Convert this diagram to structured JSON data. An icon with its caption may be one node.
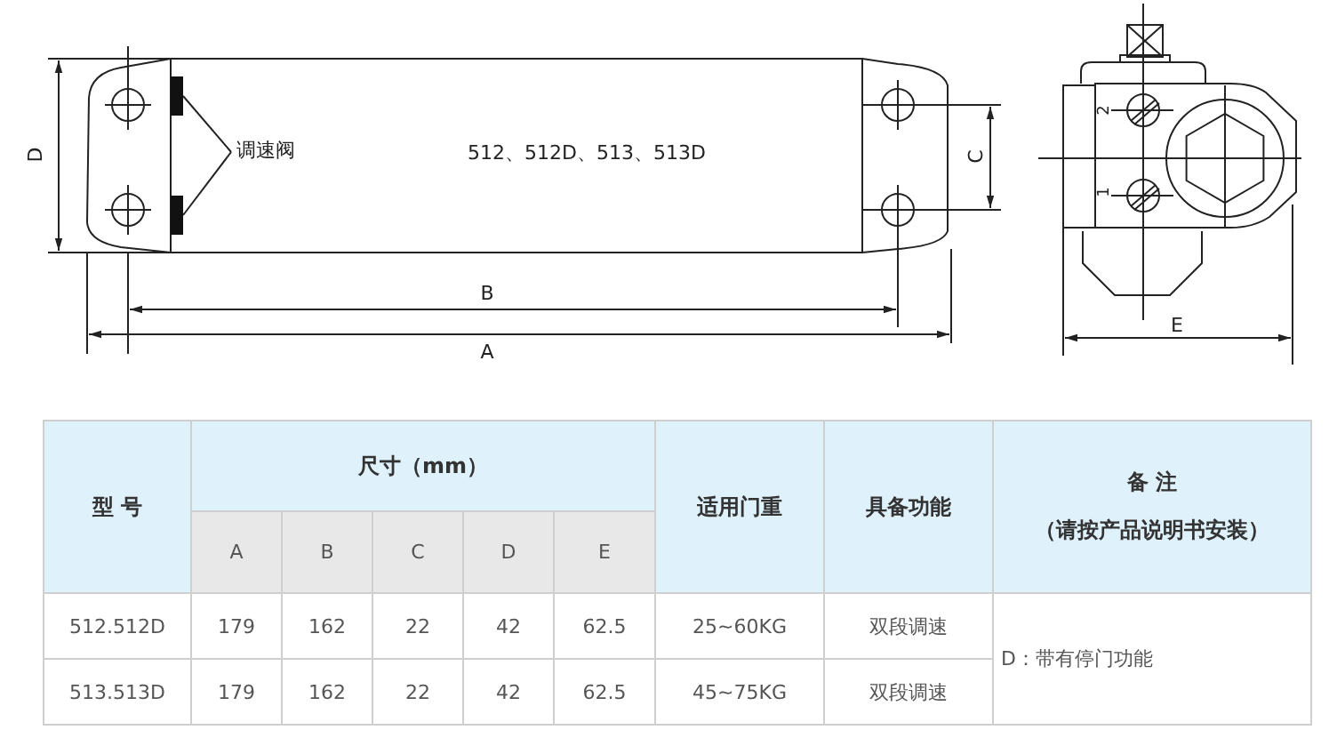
{
  "diagram": {
    "nodes": [
      {
        "text": [
          "调速阀"
        ]
      },
      {
        "text": [],
        "shape": "bar"
      },
      {
        "text": [],
        "shape": "bar"
      }
    ],
    "edges": [
      {
        "from": 0,
        "to": 1,
        "arrow": "none"
      },
      {
        "from": 0,
        "to": 2,
        "arrow": "none"
      }
    ],
    "labels": [
      "2",
      "D",
      "512、512D、513、513D",
      "C",
      "1",
      "B",
      "E",
      "A",
      "型 号",
      "尺寸（mm）",
      "适用门重",
      "具备功能",
      "备 注",
      "（请按产品说明书安装）",
      "A",
      "B",
      "C",
      "D",
      "E",
      "512.512D",
      "179",
      "162",
      "22",
      "42",
      "62.5",
      "25~60KG",
      "双段调速",
      "D：带有停门功能",
      "513.513D",
      "179",
      "162",
      "22",
      "42",
      "62.5",
      "45~75KG",
      "双段调速"
    ]
  }
}
